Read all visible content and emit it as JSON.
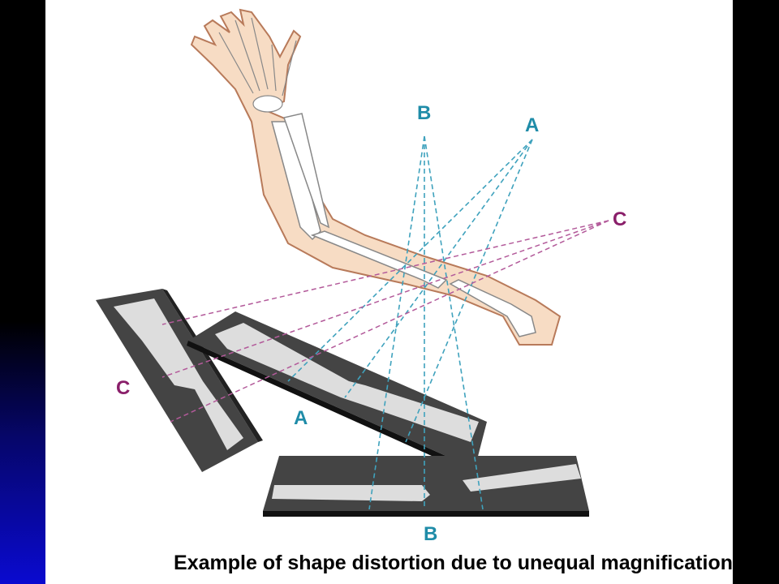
{
  "labels": {
    "source_b": "B",
    "source_a": "A",
    "source_c": "C",
    "film_c": "C",
    "film_a": "A",
    "film_b": "B"
  },
  "caption": "Example of shape distortion due to unequal magnification",
  "colors": {
    "beam_teal": "#3fa2bd",
    "beam_purple": "#b35a9a",
    "label_teal": "#1f8ca8",
    "label_purple": "#8a1f6a",
    "arm_skin": "#f7dcc4",
    "film_dark": "#444444",
    "bone_light": "#dddddd"
  }
}
